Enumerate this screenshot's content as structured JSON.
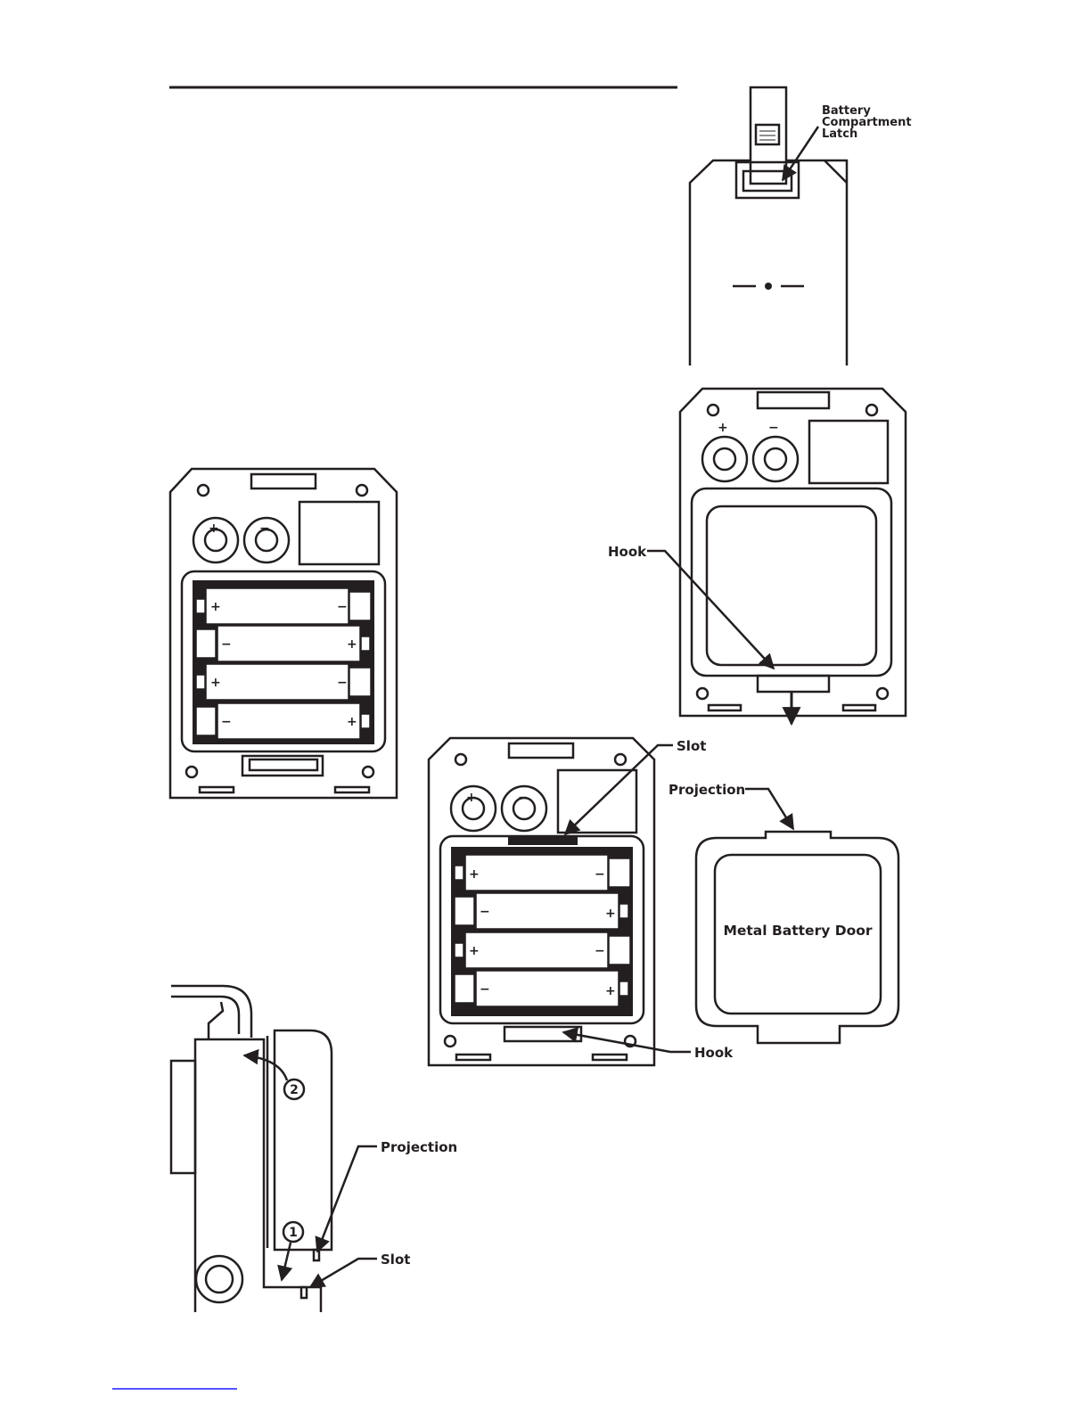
{
  "labels": {
    "battery_compartment_latch": [
      "Battery",
      "Compartment",
      "Latch"
    ],
    "hook_upper": "Hook",
    "slot_center": "Slot",
    "projection_door": "Projection",
    "metal_battery_door": "Metal Battery Door",
    "hook_lower": "Hook",
    "projection_side": "Projection",
    "slot_side": "Slot"
  },
  "callouts": {
    "step_one": "1",
    "step_two": "2"
  },
  "polarity": {
    "positive": "+",
    "negative": "−"
  },
  "colors": {
    "ink": "#231f20",
    "paper": "#ffffff",
    "bottom_rule": "#1a1aff"
  }
}
